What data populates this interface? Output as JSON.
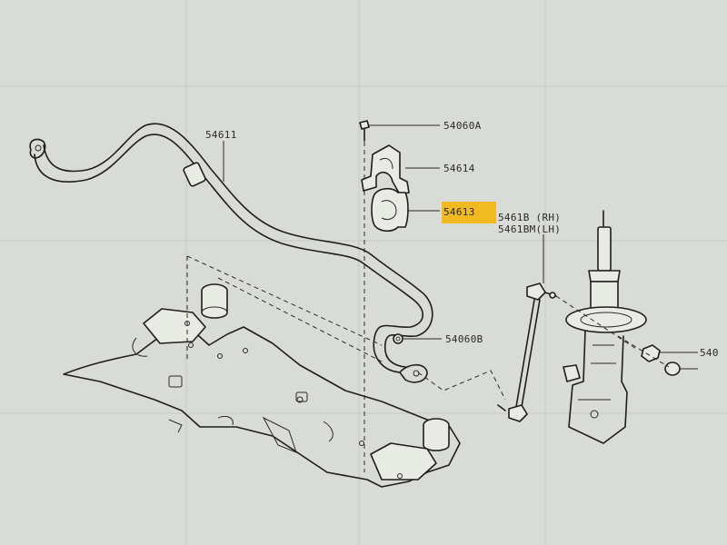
{
  "callouts": {
    "stabilizer_bar": "54611",
    "bolt": "54060A",
    "clamp": "54614",
    "bushing": "54613",
    "link_rh": "5461B (RH)",
    "link_lh": "5461BM(LH)",
    "bolt_lower": "54060B",
    "nut_right": "540"
  },
  "colors": {
    "highlight": "#f4b400",
    "background": "#d9dcd6",
    "line": "#1e1e1e"
  }
}
